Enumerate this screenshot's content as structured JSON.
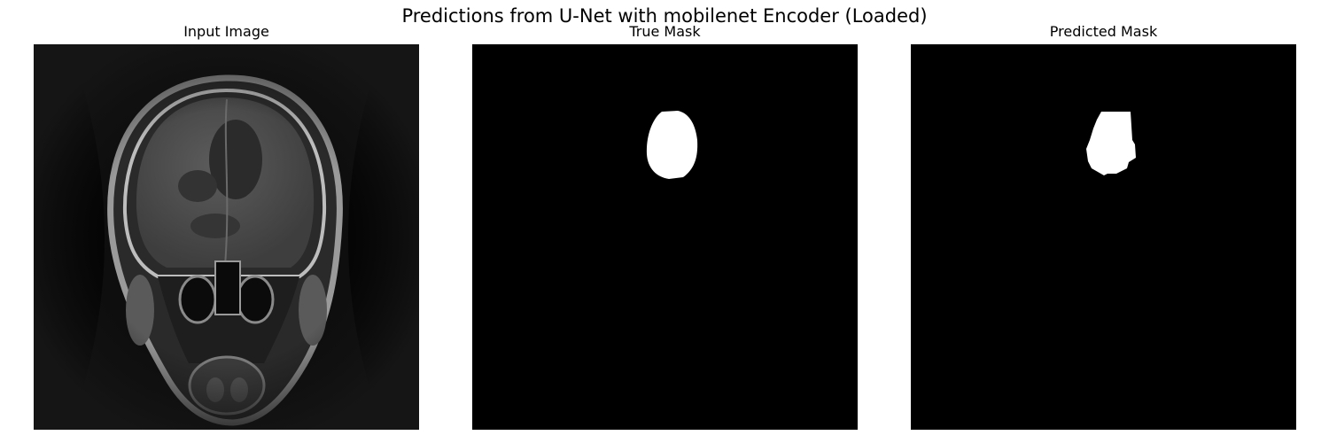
{
  "figure": {
    "suptitle": "Predictions from U-Net with mobilenet Encoder (Loaded)"
  },
  "panels": [
    {
      "title": "Input Image",
      "content": "grayscale MRI scan (coronal head slice)"
    },
    {
      "title": "True Mask",
      "content": "binary mask: black background, white blob"
    },
    {
      "title": "Predicted Mask",
      "content": "binary mask: black background, white blob"
    }
  ],
  "colors": {
    "background": "#ffffff",
    "mask_background": "#000000",
    "mask_foreground": "#ffffff",
    "scan_tone": "#707070"
  }
}
